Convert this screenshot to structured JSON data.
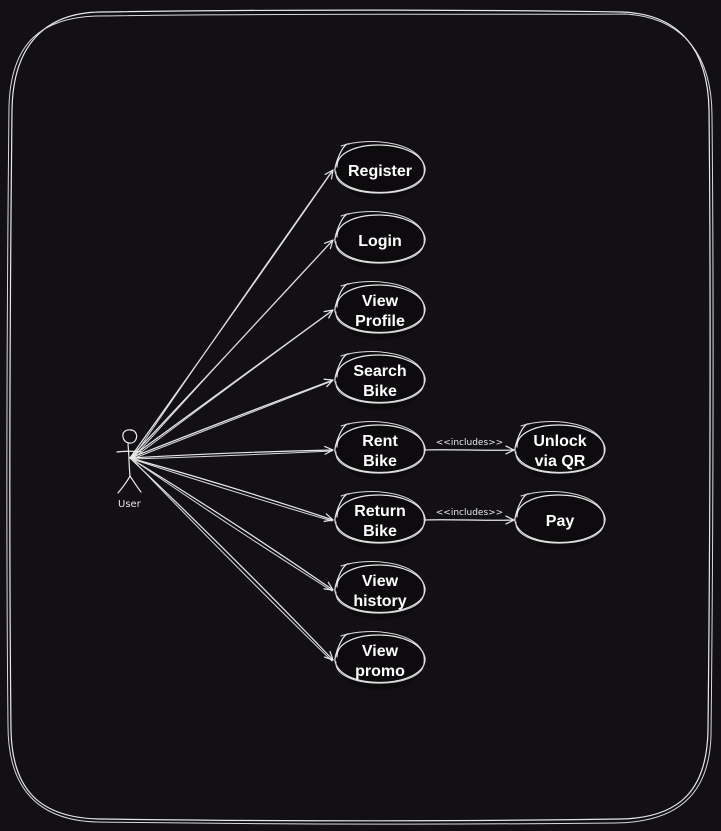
{
  "diagram": {
    "actor": {
      "label": "User",
      "icon": "stick-figure-icon"
    },
    "use_cases": [
      {
        "id": "register",
        "lines": [
          "Register"
        ]
      },
      {
        "id": "login",
        "lines": [
          "Login"
        ]
      },
      {
        "id": "view-profile",
        "lines": [
          "View",
          "Profile"
        ]
      },
      {
        "id": "search-bike",
        "lines": [
          "Search",
          "Bike"
        ]
      },
      {
        "id": "rent-bike",
        "lines": [
          "Rent",
          "Bike"
        ]
      },
      {
        "id": "return-bike",
        "lines": [
          "Return",
          "Bike"
        ]
      },
      {
        "id": "view-history",
        "lines": [
          "View",
          "history"
        ]
      },
      {
        "id": "view-promo",
        "lines": [
          "View",
          "promo"
        ]
      }
    ],
    "included_cases": [
      {
        "id": "unlock-via-qr",
        "lines": [
          "Unlock",
          "via QR"
        ],
        "from": "rent-bike"
      },
      {
        "id": "pay",
        "lines": [
          "Pay"
        ],
        "from": "return-bike"
      }
    ],
    "relations": [
      {
        "from": "rent-bike",
        "to": "unlock-via-qr",
        "label": "<<includes>>"
      },
      {
        "from": "return-bike",
        "to": "pay",
        "label": "<<includes>>"
      }
    ],
    "colors": {
      "background": "#121014",
      "stroke": "#e9e9e9",
      "text": "#ffffff"
    }
  }
}
